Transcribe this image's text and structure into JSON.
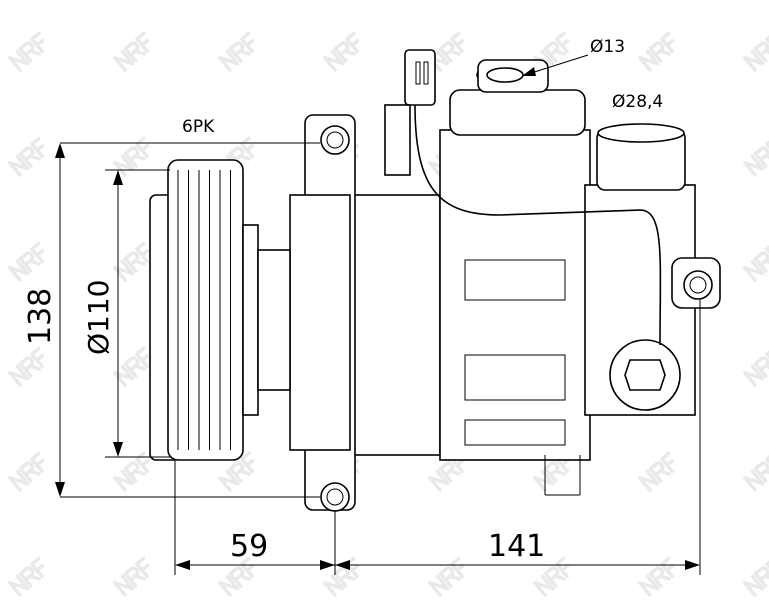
{
  "watermark": {
    "text": "NRF"
  },
  "dimensions": {
    "connector_small": "Ø13",
    "connector_large": "Ø28,4",
    "belt": "6PK",
    "height": "138",
    "pulley_diameter": "Ø110",
    "pulley_offset": "59",
    "length": "141"
  }
}
